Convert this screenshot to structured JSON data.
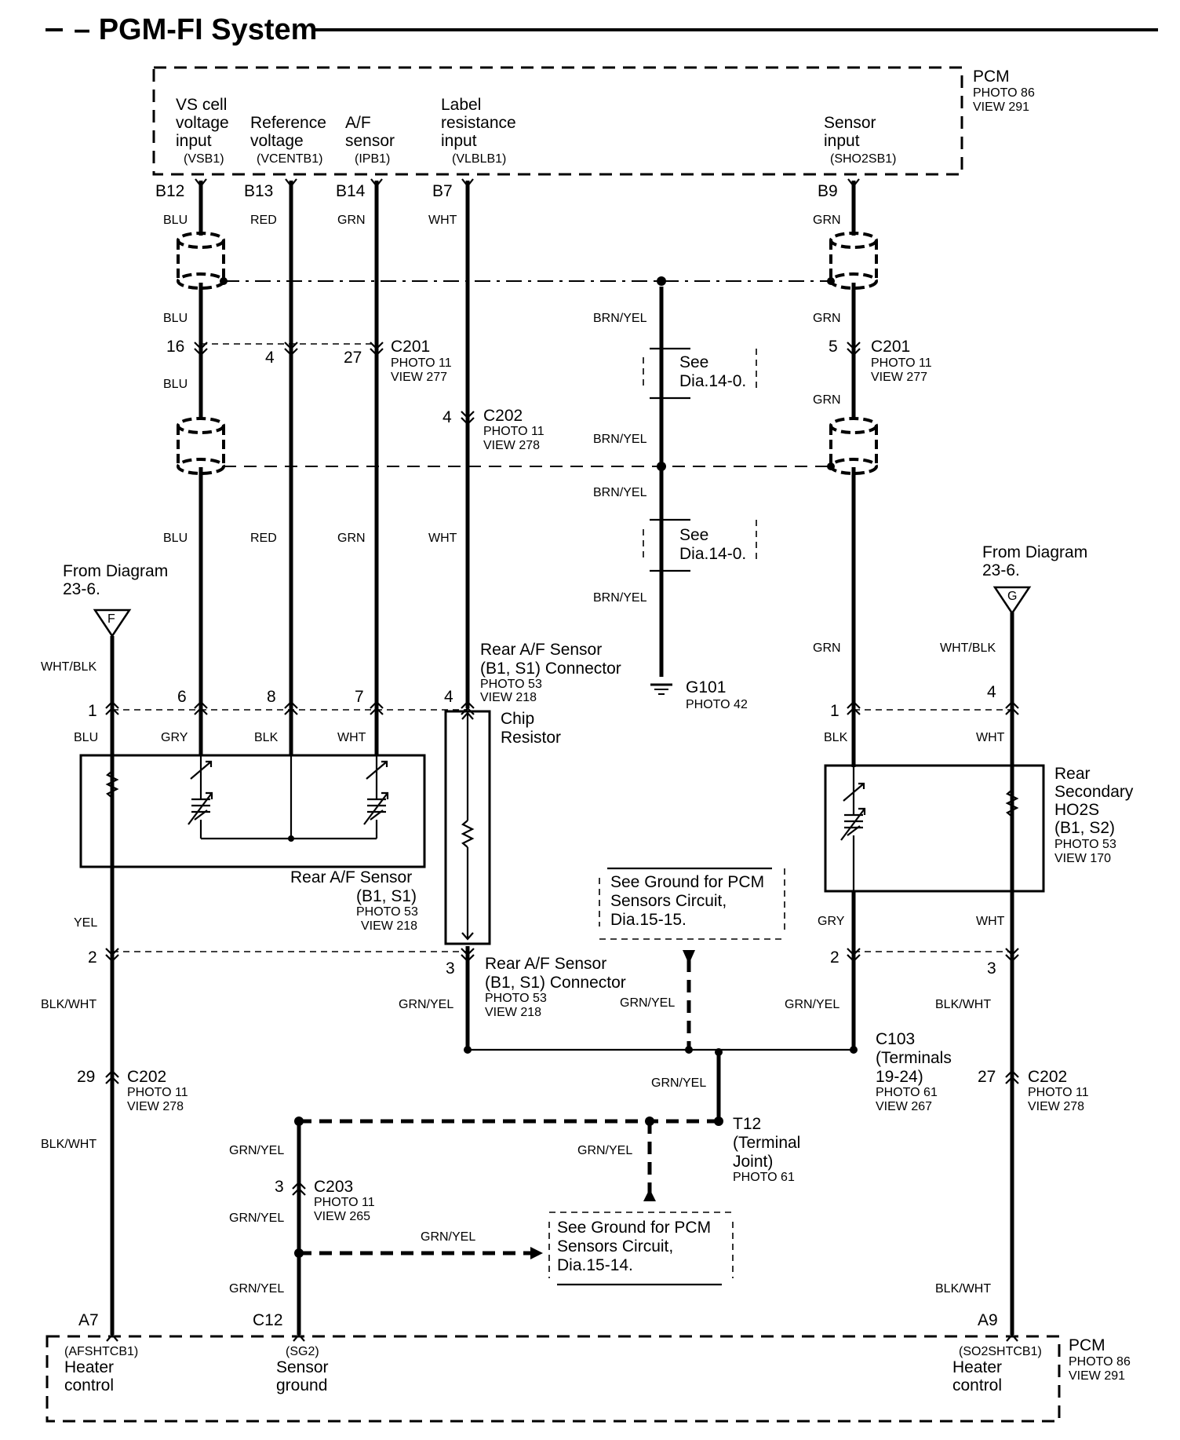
{
  "title": "– PGM-FI System",
  "pcm_top": {
    "label": "PCM",
    "photo": "PHOTO 86",
    "view": "VIEW 291",
    "inputs": [
      {
        "lines": [
          "VS cell",
          "voltage",
          "input"
        ],
        "code": "(VSB1)"
      },
      {
        "lines": [
          "Reference",
          "voltage"
        ],
        "code": "(VCENTB1)"
      },
      {
        "lines": [
          "A/F",
          "sensor"
        ],
        "code": "(IPB1)"
      },
      {
        "lines": [
          "Label",
          "resistance",
          "input"
        ],
        "code": "(VLBLB1)"
      },
      {
        "lines": [
          "Sensor",
          "input"
        ],
        "code": "(SHO2SB1)"
      }
    ],
    "pins": [
      "B12",
      "B13",
      "B14",
      "B7",
      "B9"
    ]
  },
  "pcm_bottom": {
    "label": "PCM",
    "photo": "PHOTO 86",
    "view": "VIEW 291",
    "outputs": [
      {
        "code": "(AFSHTCB1)",
        "lines": [
          "Heater",
          "control"
        ]
      },
      {
        "code": "(SG2)",
        "lines": [
          "Sensor",
          "ground"
        ]
      },
      {
        "code": "(SO2SHTCB1)",
        "lines": [
          "Heater",
          "control"
        ]
      }
    ],
    "pins": [
      "A7",
      "C12",
      "A9"
    ]
  },
  "wire_colors": {
    "blu": "BLU",
    "red": "RED",
    "grn": "GRN",
    "wht": "WHT",
    "brnyel": "BRN/YEL",
    "whtblk": "WHT/BLK",
    "gry": "GRY",
    "blk": "BLK",
    "yel": "YEL",
    "blkwht": "BLK/WHT",
    "grnyel": "GRN/YEL"
  },
  "connectors": {
    "c201": {
      "name": "C201",
      "photo": "PHOTO 11",
      "view": "VIEW 277",
      "pins": [
        "16",
        "4",
        "27",
        "5"
      ]
    },
    "c202_top": {
      "name": "C202",
      "photo": "PHOTO 11",
      "view": "VIEW 278",
      "pin": "4"
    },
    "c202_left": {
      "name": "C202",
      "photo": "PHOTO 11",
      "view": "VIEW 278",
      "pin": "29"
    },
    "c202_right": {
      "name": "C202",
      "photo": "PHOTO 11",
      "view": "VIEW 278",
      "pin": "27"
    },
    "c203": {
      "name": "C203",
      "photo": "PHOTO 11",
      "view": "VIEW 265",
      "pin": "3"
    },
    "c103": {
      "lines": [
        "C103",
        "(Terminals",
        "19-24)"
      ],
      "photo": "PHOTO 61",
      "view": "VIEW 267"
    },
    "t12": {
      "lines": [
        "T12",
        "(Terminal",
        "Joint)"
      ],
      "photo": "PHOTO 61"
    },
    "g101": {
      "name": "G101",
      "photo": "PHOTO 42"
    },
    "af_conn_top": {
      "lines": [
        "Rear A/F Sensor",
        "(B1, S1) Connector"
      ],
      "photo": "PHOTO 53",
      "view": "VIEW 218",
      "pins": [
        "1",
        "6",
        "8",
        "7",
        "4"
      ]
    },
    "af_conn_bottom": {
      "lines": [
        "Rear A/F Sensor",
        "(B1, S1) Connector"
      ],
      "photo": "PHOTO 53",
      "view": "VIEW 218",
      "pins": [
        "2",
        "3"
      ]
    },
    "ho2s_pins": [
      "1",
      "4",
      "2",
      "3"
    ]
  },
  "components": {
    "af_sensor": {
      "lines": [
        "Rear A/F Sensor",
        "(B1, S1)"
      ],
      "photo": "PHOTO 53",
      "view": "VIEW 218"
    },
    "chip_resistor": {
      "lines": [
        "Chip",
        "Resistor"
      ]
    },
    "ho2s": {
      "lines": [
        "Rear",
        "Secondary",
        "HO2S",
        "(B1, S2)"
      ],
      "photo": "PHOTO 53",
      "view": "VIEW 170"
    }
  },
  "references": {
    "see_dia_1": {
      "lines": [
        "See",
        "Dia.14-0."
      ]
    },
    "see_dia_2": {
      "lines": [
        "See",
        "Dia.14-0."
      ]
    },
    "ground_1515": {
      "lines": [
        "See Ground for PCM",
        "Sensors Circuit,",
        "Dia.15-15."
      ]
    },
    "ground_1514": {
      "lines": [
        "See Ground for PCM",
        "Sensors Circuit,",
        "Dia.15-14."
      ]
    },
    "from_f": {
      "lines": [
        "From Diagram",
        "23-6."
      ],
      "letter": "F"
    },
    "from_g": {
      "lines": [
        "From Diagram",
        "23-6."
      ],
      "letter": "G"
    }
  }
}
